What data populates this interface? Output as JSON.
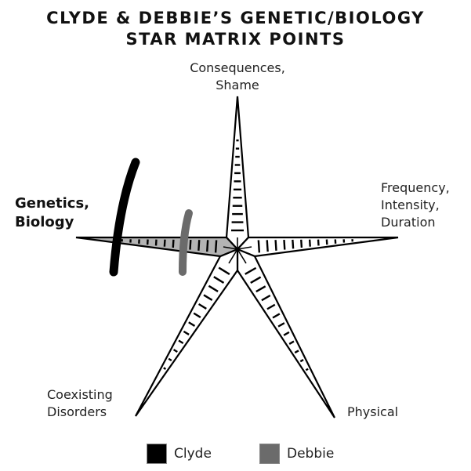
{
  "title": {
    "line1": "CLYDE & DEBBIE’S GENETIC/BIOLOGY",
    "line2": "STAR MATRIX POINTS"
  },
  "points": [
    {
      "id": "consequences",
      "lines": [
        "Consequences,",
        "Shame"
      ],
      "highlighted": false
    },
    {
      "id": "frequency",
      "lines": [
        "Frequency,",
        "Intensity,",
        "Duration"
      ],
      "highlighted": false
    },
    {
      "id": "physical",
      "lines": [
        "Physical"
      ],
      "highlighted": false
    },
    {
      "id": "coexisting",
      "lines": [
        "Coexisting",
        "Disorders"
      ],
      "highlighted": false
    },
    {
      "id": "genetics",
      "lines": [
        "Genetics,",
        "Biology"
      ],
      "highlighted": true
    }
  ],
  "colors": {
    "highlight_fill": "#b3b3b3",
    "clyde": "#000000",
    "debbie": "#6b6b6b",
    "outline": "#000000"
  },
  "markers": [
    {
      "person": "Clyde",
      "point": "genetics",
      "position_from_tip": 0.2
    },
    {
      "person": "Debbie",
      "point": "genetics",
      "position_from_tip": 0.65
    }
  ],
  "legend": [
    {
      "label": "Clyde",
      "color": "#000000"
    },
    {
      "label": "Debbie",
      "color": "#6b6b6b"
    }
  ]
}
